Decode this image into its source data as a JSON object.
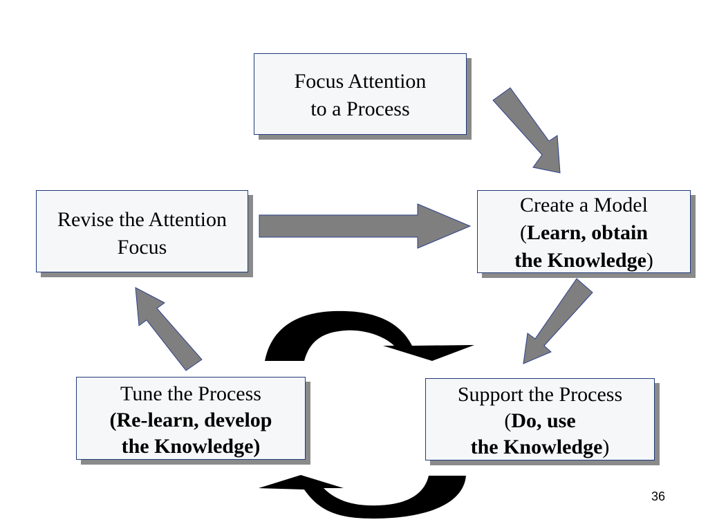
{
  "nodes": {
    "focus": {
      "line1": "Focus Attention",
      "line2": "to a Process"
    },
    "create": {
      "line1": "Create a Model",
      "line2_open": "(",
      "line2_bold": "Learn, obtain",
      "line3_bold": "the Knowledge",
      "line3_close": ")"
    },
    "support": {
      "line1": "Support the Process",
      "line2_open": "(",
      "line2_bold": "Do, use",
      "line3_bold": "the Knowledge",
      "line3_close": ")"
    },
    "tune": {
      "line1": "Tune the Process",
      "line2_bold": "(Re-learn, develop",
      "line3_bold": "the Knowledge",
      "line3_close": ")"
    },
    "revise": {
      "line1": "Revise the Attention",
      "line2": "Focus"
    }
  },
  "page_number": "36",
  "colors": {
    "arrow_fill": "#7f7f7f",
    "arrow_stroke": "#2b3f8c",
    "curved_arrow": "#000000",
    "box_fill": "#f5f7f9",
    "box_border": "#1f3a78",
    "box_shadow": "#8a8a8a"
  }
}
